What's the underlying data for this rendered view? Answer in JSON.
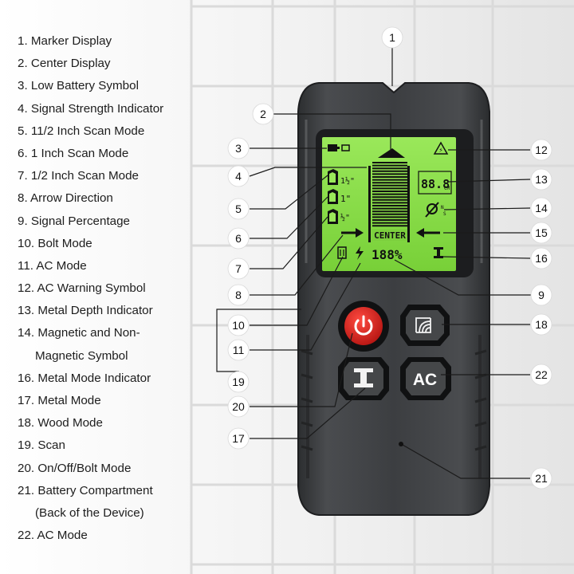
{
  "legend": [
    {
      "text": "1.   Marker Display"
    },
    {
      "text": "2.   Center Display"
    },
    {
      "text": "3.   Low Battery Symbol"
    },
    {
      "text": "4.   Signal Strength Indicator"
    },
    {
      "text": "5.   11/2 Inch Scan Mode"
    },
    {
      "text": "6.    1 Inch Scan Mode"
    },
    {
      "text": "7.   1/2 Inch Scan Mode"
    },
    {
      "text": "8.   Arrow Direction"
    },
    {
      "text": "9.   Signal Percentage"
    },
    {
      "text": "10.  Bolt Mode"
    },
    {
      "text": "11. AC Mode"
    },
    {
      "text": "12. AC Warning Symbol"
    },
    {
      "text": "13. Metal Depth Indicator"
    },
    {
      "text": "14. Magnetic and Non-"
    },
    {
      "text": "Magnetic Symbol",
      "indent": true
    },
    {
      "text": "16. Metal Mode Indicator"
    },
    {
      "text": "17. Metal Mode"
    },
    {
      "text": "18. Wood Mode"
    },
    {
      "text": "19. Scan"
    },
    {
      "text": "20. On/Off/Bolt Mode"
    },
    {
      "text": "21. Battery Compartment"
    },
    {
      "text": "(Back of the Device)",
      "indent": true
    },
    {
      "text": "22.  AC Mode"
    }
  ],
  "callouts": {
    "c1": "1",
    "c2": "2",
    "c3": "3",
    "c4": "4",
    "c5": "5",
    "c6": "6",
    "c7": "7",
    "c8": "8",
    "c9": "9",
    "c10": "10",
    "c11": "11",
    "c12": "12",
    "c13": "13",
    "c14": "14",
    "c15": "15",
    "c16": "16",
    "c17": "17",
    "c18": "18",
    "c19": "19",
    "c20": "20",
    "c21": "21",
    "c22": "22"
  },
  "lcd": {
    "inch_large": "1½\"",
    "inch_one": "1\"",
    "inch_half": "½\"",
    "center_label": "CENTER",
    "depth_value": "88.8",
    "depth_unit": "CM",
    "magnetic_n": "N",
    "magnetic_s": "S",
    "percent_value": "188%"
  },
  "buttons": {
    "ac_label": "AC"
  },
  "colors": {
    "lcd_green": "#8ce24a",
    "device_body": "#3d3f41",
    "power_red": "#d9221f"
  }
}
